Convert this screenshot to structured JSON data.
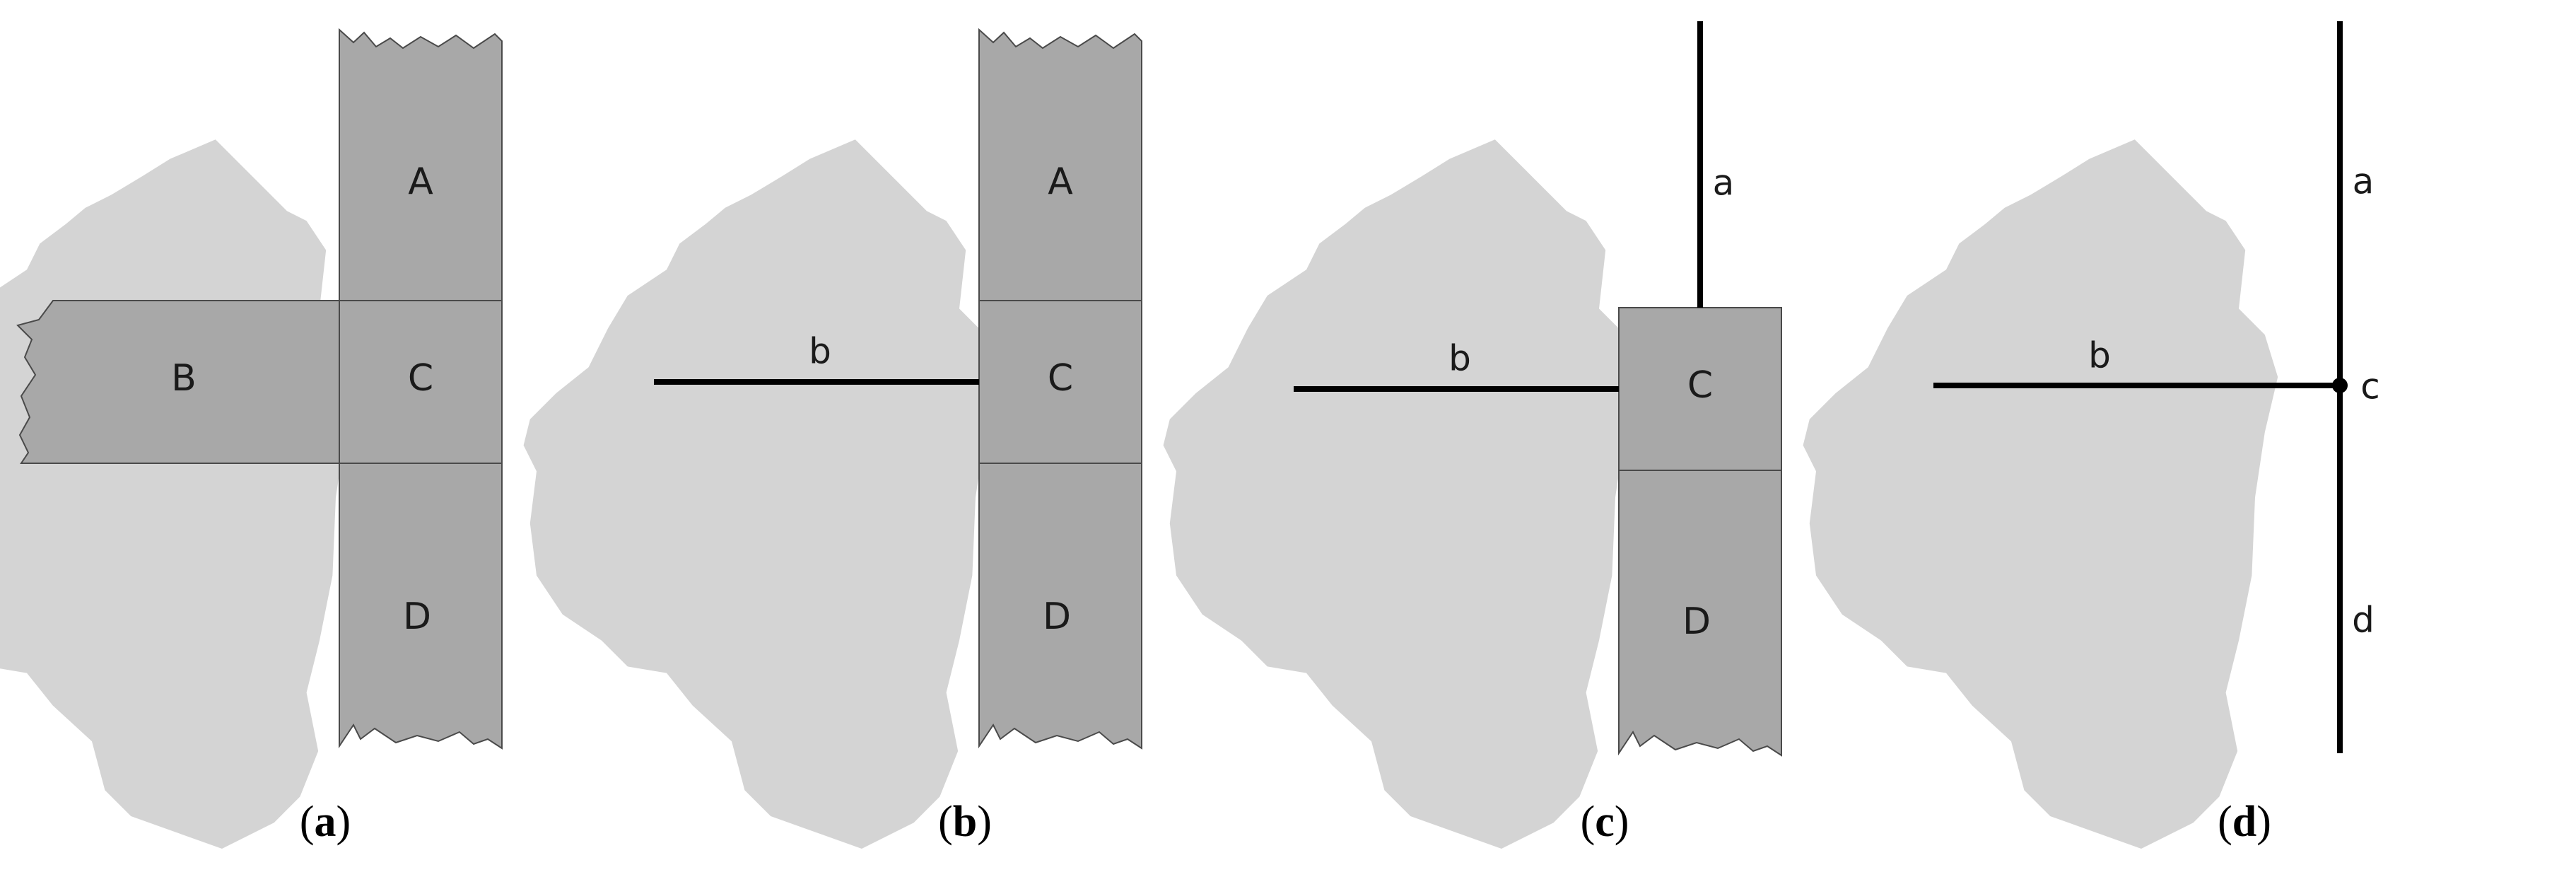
{
  "colors": {
    "background": "#ffffff",
    "blob": "#d4d4d4",
    "region": "#a8a8a8",
    "edge": "#000000"
  },
  "panels": [
    {
      "id": "a",
      "caption": {
        "open": "(",
        "letter": "a",
        "close": ")"
      },
      "region_labels": [
        "A",
        "B",
        "C",
        "D"
      ]
    },
    {
      "id": "b",
      "caption": {
        "open": "(",
        "letter": "b",
        "close": ")"
      },
      "region_labels": [
        "A",
        "C",
        "D"
      ],
      "edge_labels": [
        "b"
      ]
    },
    {
      "id": "c",
      "caption": {
        "open": "(",
        "letter": "c",
        "close": ")"
      },
      "region_labels": [
        "C",
        "D"
      ],
      "edge_labels": [
        "a",
        "b"
      ]
    },
    {
      "id": "d",
      "caption": {
        "open": "(",
        "letter": "d",
        "close": ")"
      },
      "edge_labels": [
        "a",
        "b",
        "d"
      ],
      "node_labels": [
        "c"
      ]
    }
  ]
}
